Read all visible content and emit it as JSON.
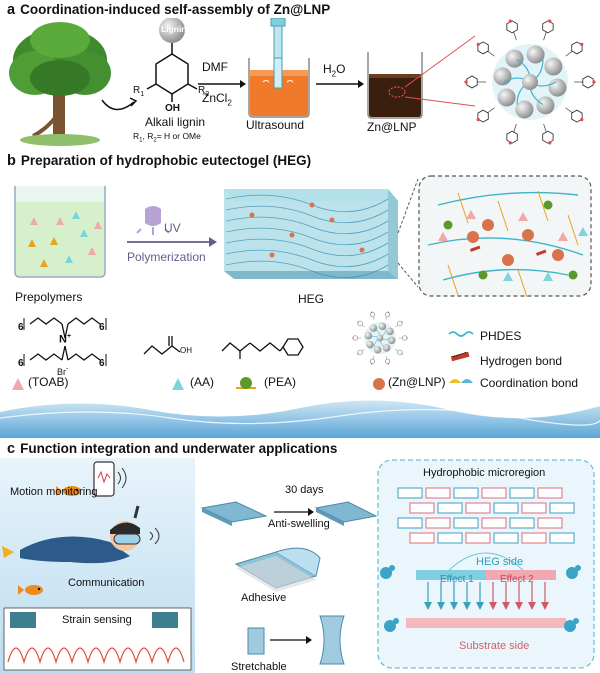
{
  "panel_a": {
    "letter": "a",
    "title": "Coordination-induced self-assembly of Zn@LNP",
    "lignin_bubble": "Lignin",
    "r1": "R",
    "r1_sub": "1",
    "r2": "R",
    "r2_sub": "2",
    "oh": "OH",
    "alkali_label": "Alkali lignin",
    "substituents_prefix": "R",
    "substituents_text": "= H or OMe",
    "dmf": "DMF",
    "zncl2": "ZnCl",
    "zncl2_sub": "2",
    "ultrasound": "Ultrasound",
    "h2o": "H",
    "h2o_tail": "O",
    "zn_lnp": "Zn@LNP"
  },
  "panel_b": {
    "letter": "b",
    "title": "Preparation of hydrophobic eutectogel (HEG)",
    "uv": "UV",
    "polymerization": "Polymerization",
    "prepolymers": "Prepolymers",
    "heg": "HEG",
    "toab_label": "(TOAB)",
    "aa_label": "(AA)",
    "pea_label": "(PEA)",
    "znlnp_label": "(Zn@LNP)",
    "n_plus": "N",
    "br_minus": "Br",
    "oh": "OH",
    "six": "6",
    "legend": {
      "phdes": "PHDES",
      "hydrogen_bond": "Hydrogen bond",
      "coordination_bond": "Coordination bond"
    },
    "colors": {
      "toab": "#f0a8a8",
      "aa": "#7fd3da",
      "pea": "#e8a21f",
      "znlnp": "#d9734e",
      "phdes": "#3ab5c9",
      "hbond": "#c0392b"
    }
  },
  "panel_c": {
    "letter": "c",
    "title": "Function integration and underwater applications",
    "motion": "Motion monitoring",
    "communication": "Communication",
    "strain": "Strain sensing",
    "days": "30 days",
    "anti_swelling": "Anti-swelling",
    "adhesive": "Adhesive",
    "stretchable": "Stretchable",
    "hydrophobic_microregion": "Hydrophobic microregion",
    "heg_side": "HEG side",
    "effect1": "Effect 1",
    "effect2": "Effect 2",
    "substrate_side": "Substrate side"
  }
}
